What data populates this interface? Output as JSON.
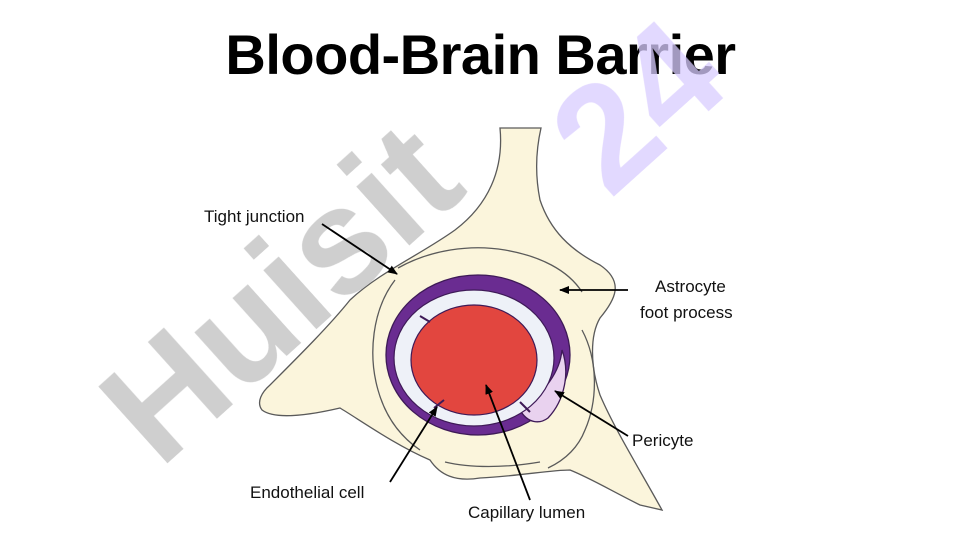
{
  "title": "Blood-Brain Barrier",
  "labels": {
    "tight_junction": "Tight junction",
    "astrocyte_line1": "Astrocyte",
    "astrocyte_line2": "foot process",
    "pericyte": "Pericyte",
    "endothelial_cell": "Endothelial cell",
    "capillary_lumen": "Capillary lumen"
  },
  "watermark": {
    "text_gray": "Huisit",
    "text_purple": "24"
  },
  "colors": {
    "astrocyte_fill": "#fbf5dc",
    "basement_membrane": "#6a2c91",
    "endothelium": "#eef1f8",
    "lumen": "#e2463f",
    "pericyte_fill": "#e9d2ef",
    "watermark_gray": "#bfbfbf",
    "watermark_purple": "#d9ccff"
  }
}
